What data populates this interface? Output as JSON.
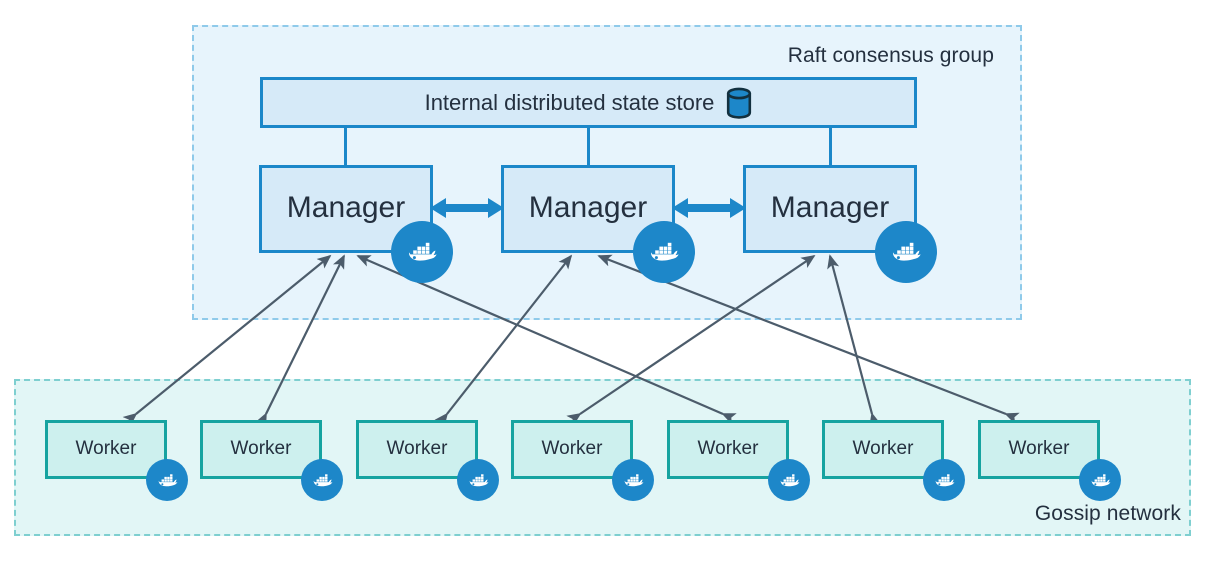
{
  "diagram": {
    "title_hidden": "",
    "colors": {
      "raft_fill": "#e7f4fc",
      "raft_border": "#8fcaea",
      "gossip_fill": "#e2f6f6",
      "gossip_border": "#7ecfd0",
      "manager_fill": "#d6eaf8",
      "manager_border": "#1b87c9",
      "worker_fill": "#cdf0ee",
      "worker_border": "#16a3a0",
      "docker_blue": "#1d87c9",
      "text": "#24303f",
      "arrow_gray": "#4c5c6b"
    },
    "groups": [
      {
        "id": "raft",
        "label": "Raft consensus group"
      },
      {
        "id": "gossip",
        "label": "Gossip network"
      }
    ],
    "state_store": {
      "label": "Internal distributed state store",
      "icon": "database-cylinder-icon"
    },
    "managers": [
      {
        "label": "Manager",
        "icon": "docker-whale-icon"
      },
      {
        "label": "Manager",
        "icon": "docker-whale-icon"
      },
      {
        "label": "Manager",
        "icon": "docker-whale-icon"
      }
    ],
    "workers": [
      {
        "label": "Worker",
        "icon": "docker-whale-icon"
      },
      {
        "label": "Worker",
        "icon": "docker-whale-icon"
      },
      {
        "label": "Worker",
        "icon": "docker-whale-icon"
      },
      {
        "label": "Worker",
        "icon": "docker-whale-icon"
      },
      {
        "label": "Worker",
        "icon": "docker-whale-icon"
      },
      {
        "label": "Worker",
        "icon": "docker-whale-icon"
      },
      {
        "label": "Worker",
        "icon": "docker-whale-icon"
      }
    ],
    "peer_links": [
      {
        "from": "Manager 1",
        "to": "Manager 2",
        "style": "double-arrow"
      },
      {
        "from": "Manager 2",
        "to": "Manager 3",
        "style": "double-arrow"
      }
    ],
    "worker_links": [
      {
        "worker": 1,
        "manager": 1,
        "style": "double-arrow"
      },
      {
        "worker": 2,
        "manager": 1,
        "style": "double-arrow"
      },
      {
        "worker": 3,
        "manager": 2,
        "style": "double-arrow"
      },
      {
        "worker": 4,
        "manager": 3,
        "style": "double-arrow"
      },
      {
        "worker": 5,
        "manager": 1,
        "style": "double-arrow"
      },
      {
        "worker": 6,
        "manager": 3,
        "style": "double-arrow"
      },
      {
        "worker": 7,
        "manager": 2,
        "style": "double-arrow"
      }
    ]
  }
}
